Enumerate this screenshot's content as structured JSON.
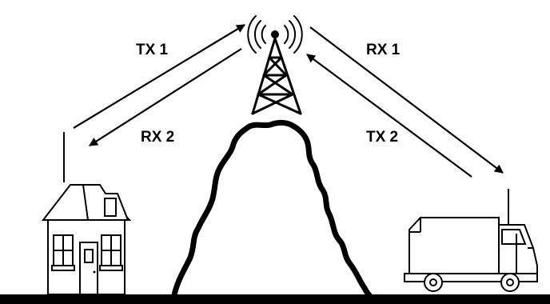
{
  "labels": {
    "tx1": "TX 1",
    "rx1": "RX 1",
    "rx2": "RX 2",
    "tx2": "TX 2"
  },
  "elements": {
    "tower": "radio-tower-icon",
    "house": "house-icon",
    "truck": "truck-icon",
    "mountain": "mountain-icon"
  },
  "colors": {
    "ink": "#000000",
    "background": "#ffffff"
  }
}
